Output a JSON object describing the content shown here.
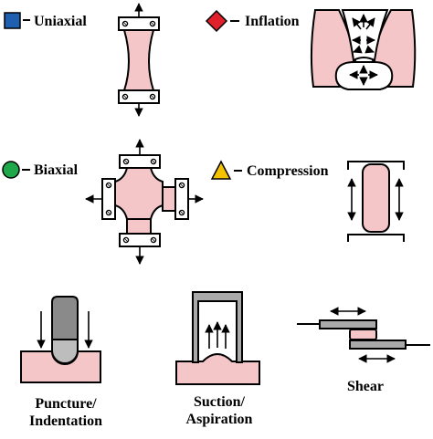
{
  "legend": [
    {
      "key": "uniaxial",
      "label": "Uniaxial",
      "marker": "square",
      "color": "#1f5fb0"
    },
    {
      "key": "inflation",
      "label": "Inflation",
      "marker": "diamond",
      "color": "#e0202a"
    },
    {
      "key": "biaxial",
      "label": "Biaxial",
      "marker": "circle",
      "color": "#1fa84a"
    },
    {
      "key": "compression",
      "label": "Compression",
      "marker": "triangle",
      "color": "#f5c200"
    }
  ],
  "captions": {
    "puncture_line1": "Puncture/",
    "puncture_line2": "Indentation",
    "suction_line1": "Suction/",
    "suction_line2": "Aspiration",
    "shear": "Shear"
  },
  "colors": {
    "tissue": "#f4c6c8",
    "indenter_gray": "#8a8a8a",
    "plate_gray": "#a9a9a9"
  }
}
